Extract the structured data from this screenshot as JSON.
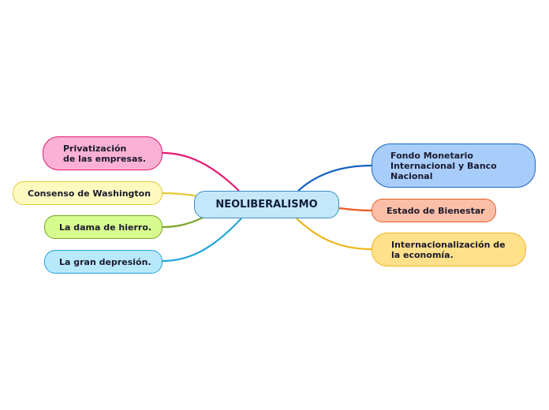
{
  "mindmap": {
    "central": {
      "label": "NEOLIBERALISMO",
      "fill": "#c4e8fa",
      "border": "#3a8fc7"
    },
    "branches": [
      {
        "label": "Privatización\nde las empresas.",
        "fill": "#fbb1d4",
        "border": "#e0186d",
        "line": "#e81a73"
      },
      {
        "label": "Consenso de Washington",
        "fill": "#fffbc0",
        "border": "#e2c736",
        "line": "#e3cb34"
      },
      {
        "label": "La dama de hierro.",
        "fill": "#d7fb8e",
        "border": "#76a722",
        "line": "#7ba628"
      },
      {
        "label": "La gran depresión.",
        "fill": "#b8e9fb",
        "border": "#23a3dc",
        "line": "#21a4dd"
      },
      {
        "label": "Fondo Monetario\nInternacional y Banco\nNacional",
        "fill": "#a9cdfb",
        "border": "#1865c6",
        "line": "#1461c4"
      },
      {
        "label": "Estado de Bienestar",
        "fill": "#fbbfa7",
        "border": "#ec5a23",
        "line": "#ea5b24"
      },
      {
        "label": "Internacionalización de\nla economía.",
        "fill": "#ffe08b",
        "border": "#efb518",
        "line": "#efb51b"
      }
    ]
  }
}
